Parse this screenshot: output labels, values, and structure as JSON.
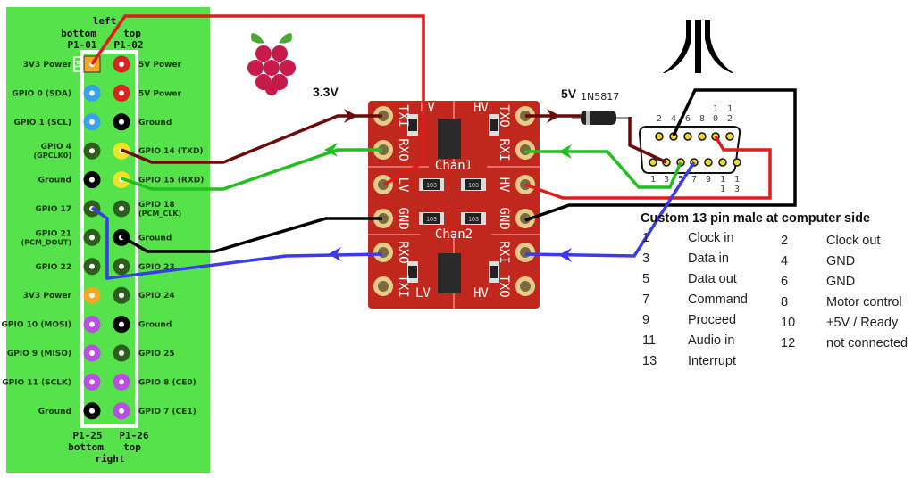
{
  "header": {
    "top_side": "left",
    "col1_side": "bottom",
    "col2_side": "top",
    "col1_pin": "P1-01",
    "col2_pin": "P1-02",
    "foot_col1_pin": "P1-25",
    "foot_col2_pin": "P1-26",
    "foot_col1_side": "bottom",
    "foot_col2_side": "top",
    "bottom_side": "right",
    "p1_mark": "P1"
  },
  "colors": {
    "panel": "#55e24a",
    "power33": "#f5a623",
    "power5": "#d9231f",
    "i2c": "#3aa0e8",
    "ground": "#000000",
    "gpio": "#2e5e1e",
    "uart": "#f2e227",
    "spi": "#b84fe0",
    "board": "#c0281e",
    "wire_tx": "#6b0a0a",
    "wire_rx": "#1fbf1f",
    "wire_power": "#e01b1b",
    "wire_gnd": "#000000",
    "wire_int": "#3b3be8"
  },
  "pins": [
    {
      "left": "3V3 Power",
      "left_sub": "",
      "left_color": "power33",
      "right": "5V Power",
      "right_sub": "",
      "right_color": "power5"
    },
    {
      "left": "GPIO 0 (SDA)",
      "left_sub": "",
      "left_color": "i2c",
      "right": "5V Power",
      "right_sub": "",
      "right_color": "power5"
    },
    {
      "left": "GPIO 1 (SCL)",
      "left_sub": "",
      "left_color": "i2c",
      "right": "Ground",
      "right_sub": "",
      "right_color": "ground"
    },
    {
      "left": "GPIO 4",
      "left_sub": "(GPCLK0)",
      "left_color": "gpio",
      "right": "GPIO 14 (TXD)",
      "right_sub": "",
      "right_color": "uart"
    },
    {
      "left": "Ground",
      "left_sub": "",
      "left_color": "ground",
      "right": "GPIO 15 (RXD)",
      "right_sub": "",
      "right_color": "uart"
    },
    {
      "left": "GPIO 17",
      "left_sub": "",
      "left_color": "gpio",
      "right": "GPIO 18",
      "right_sub": "(PCM_CLK)",
      "right_color": "gpio"
    },
    {
      "left": "GPIO 21",
      "left_sub": "(PCM_DOUT)",
      "left_color": "gpio",
      "right": "Ground",
      "right_sub": "",
      "right_color": "ground"
    },
    {
      "left": "GPIO 22",
      "left_sub": "",
      "left_color": "gpio",
      "right": "GPIO 23",
      "right_sub": "",
      "right_color": "gpio"
    },
    {
      "left": "3V3 Power",
      "left_sub": "",
      "left_color": "power33",
      "right": "GPIO 24",
      "right_sub": "",
      "right_color": "gpio"
    },
    {
      "left": "GPIO 10 (MOSI)",
      "left_sub": "",
      "left_color": "spi",
      "right": "Ground",
      "right_sub": "",
      "right_color": "ground"
    },
    {
      "left": "GPIO 9 (MISO)",
      "left_sub": "",
      "left_color": "spi",
      "right": "GPIO 25",
      "right_sub": "",
      "right_color": "gpio"
    },
    {
      "left": "GPIO 11 (SCLK)",
      "left_sub": "",
      "left_color": "spi",
      "right": "GPIO 8 (CE0)",
      "right_sub": "",
      "right_color": "spi"
    },
    {
      "left": "Ground",
      "left_sub": "",
      "left_color": "ground",
      "right": "GPIO 7 (CE1)",
      "right_sub": "",
      "right_color": "spi"
    }
  ],
  "voltages": {
    "low": "3.3V",
    "high": "5V",
    "diode": "1N5817"
  },
  "board": {
    "left_pads": [
      "TXI",
      "RXO",
      "LV",
      "GND",
      "RXO",
      "TXI"
    ],
    "right_pads": [
      "TXO",
      "RXI",
      "HV",
      "GND",
      "RXI",
      "TXO"
    ],
    "top_lv": "LV",
    "top_hv": "HV",
    "bottom_lv": "LV",
    "bottom_hv": "HV",
    "chan1": "Chan1",
    "chan2": "Chan2",
    "resistor_code": "103"
  },
  "connector": {
    "top_labels": [
      "2",
      "4",
      "6",
      "8",
      "1\n0",
      "1\n2"
    ],
    "bottom_labels": [
      "1",
      "3",
      "5",
      "7",
      "9",
      "1\n1",
      "1\n3"
    ]
  },
  "pinout": {
    "title": "Custom 13 pin male at computer side",
    "left": [
      {
        "num": "1",
        "label": "Clock in"
      },
      {
        "num": "3",
        "label": "Data in"
      },
      {
        "num": "5",
        "label": "Data out"
      },
      {
        "num": "7",
        "label": "Command"
      },
      {
        "num": "9",
        "label": "Proceed"
      },
      {
        "num": "11",
        "label": "Audio in"
      },
      {
        "num": "13",
        "label": "Interrupt"
      }
    ],
    "right": [
      {
        "num": "2",
        "label": "Clock out"
      },
      {
        "num": "4",
        "label": "GND"
      },
      {
        "num": "6",
        "label": "GND"
      },
      {
        "num": "8",
        "label": "Motor control"
      },
      {
        "num": "10",
        "label": "+5V / Ready"
      },
      {
        "num": "12",
        "label": "not connected"
      }
    ]
  },
  "logos": {
    "left": "raspberry-pi-logo",
    "right": "atari-logo"
  }
}
